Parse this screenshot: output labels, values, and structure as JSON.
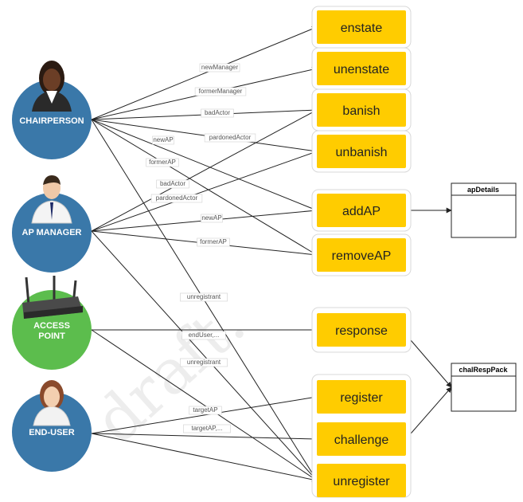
{
  "actors": [
    {
      "id": "chairperson",
      "label": "CHAIRPERSON",
      "color": "#3a78a9",
      "icon": "businesswoman-icon"
    },
    {
      "id": "ap_manager",
      "label": "AP MANAGER",
      "color": "#3a78a9",
      "icon": "businessman-icon"
    },
    {
      "id": "access_point",
      "label_lines": [
        "ACCESS",
        "POINT"
      ],
      "color": "#5cbd4d",
      "icon": "wireless-router-icon"
    },
    {
      "id": "end_user",
      "label": "END-USER",
      "color": "#3a78a9",
      "icon": "user-icon"
    }
  ],
  "functions": [
    {
      "id": "enstate",
      "label": "enstate"
    },
    {
      "id": "unenstate",
      "label": "unenstate"
    },
    {
      "id": "banish",
      "label": "banish"
    },
    {
      "id": "unbanish",
      "label": "unbanish"
    },
    {
      "id": "addAP",
      "label": "addAP"
    },
    {
      "id": "removeAP",
      "label": "removeAP"
    },
    {
      "id": "response",
      "label": "response"
    },
    {
      "id": "register",
      "label": "register"
    },
    {
      "id": "challenge",
      "label": "challenge"
    },
    {
      "id": "unregister",
      "label": "unregister"
    }
  ],
  "entities": [
    {
      "id": "apDetails",
      "label": "apDetails"
    },
    {
      "id": "chalRespPack",
      "label": "chalRespPack"
    }
  ],
  "edges": [
    {
      "from": "chairperson",
      "to": "enstate",
      "label": "newManager"
    },
    {
      "from": "chairperson",
      "to": "unenstate",
      "label": "formerManager"
    },
    {
      "from": "chairperson",
      "to": "banish",
      "label": "badActor"
    },
    {
      "from": "chairperson",
      "to": "unbanish",
      "label": "pardonedActor"
    },
    {
      "from": "chairperson",
      "to": "addAP",
      "label": "newAP"
    },
    {
      "from": "chairperson",
      "to": "removeAP",
      "label": "formerAP"
    },
    {
      "from": "chairperson",
      "to": "unregister",
      "label": "unregistrant"
    },
    {
      "from": "ap_manager",
      "to": "banish",
      "label": "badActor"
    },
    {
      "from": "ap_manager",
      "to": "unbanish",
      "label": "pardonedActor"
    },
    {
      "from": "ap_manager",
      "to": "addAP",
      "label": "newAP"
    },
    {
      "from": "ap_manager",
      "to": "removeAP",
      "label": "formerAP"
    },
    {
      "from": "ap_manager",
      "to": "unregister",
      "label": "unregistrant"
    },
    {
      "from": "access_point",
      "to": "response",
      "label": ""
    },
    {
      "from": "access_point",
      "to": "unregister",
      "label": "endUser,..."
    },
    {
      "from": "end_user",
      "to": "register",
      "label": "targetAP"
    },
    {
      "from": "end_user",
      "to": "challenge",
      "label": "targetAP,..."
    },
    {
      "from": "end_user",
      "to": "unregister",
      "label": ""
    },
    {
      "from": "addAP",
      "to": "apDetails",
      "label": ""
    },
    {
      "from": "response",
      "to": "chalRespPack",
      "label": ""
    },
    {
      "from": "challenge",
      "to": "chalRespPack",
      "label": ""
    }
  ],
  "watermark": {
    "text": "draft."
  },
  "colors": {
    "function_fill": "#ffcc00",
    "function_border": "#d8d8d8",
    "edge": "#222222",
    "actor_blue": "#3a78a9",
    "actor_green": "#5cbd4d"
  }
}
